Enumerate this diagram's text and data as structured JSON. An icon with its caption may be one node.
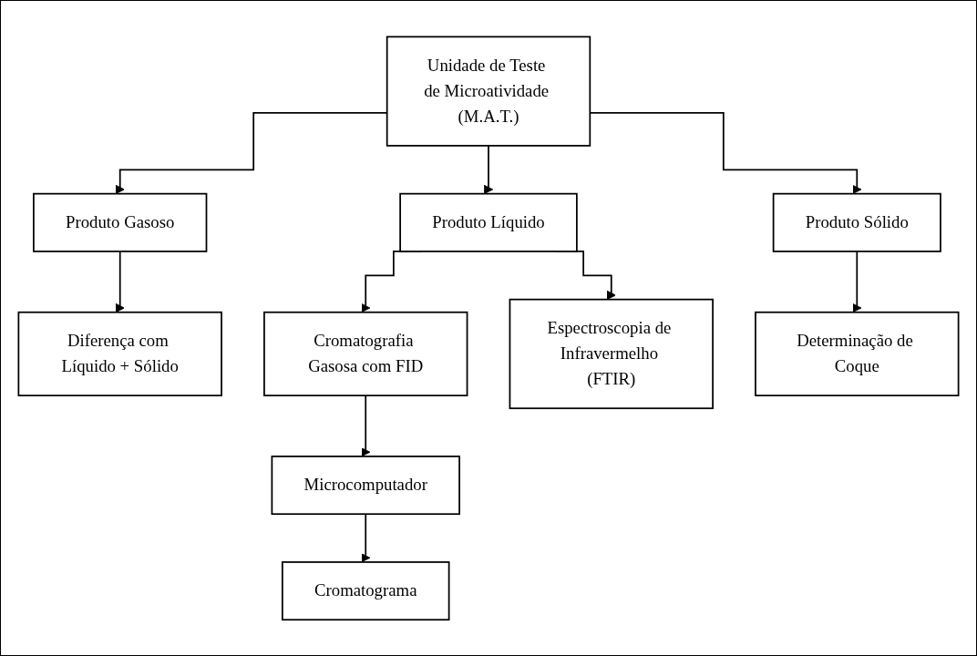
{
  "diagram": {
    "nodes": [
      {
        "text": [
          "Unidade de Teste de Microatividade (M.A.T.)"
        ]
      },
      {
        "text": [
          "Produto Gasoso"
        ]
      },
      {
        "text": [
          "Produto Líquido"
        ]
      },
      {
        "text": [
          "Produto Sólido"
        ]
      },
      {
        "text": [
          "Diferença com Líquido + Sólido"
        ]
      },
      {
        "text": [
          "Cromatografia Gasosa com FID"
        ]
      },
      {
        "text": [
          "Espectroscopia de Infravermelho (FTIR)"
        ]
      },
      {
        "text": [
          "Determinação de Coque"
        ]
      },
      {
        "text": [
          "Microcomputador"
        ]
      },
      {
        "text": [
          "Cromatograma"
        ]
      }
    ],
    "edges": [
      {
        "from": 0,
        "to": 1,
        "arrow": "to"
      },
      {
        "from": 0,
        "to": 2,
        "arrow": "to"
      },
      {
        "from": 0,
        "to": 3,
        "arrow": "to"
      },
      {
        "from": 1,
        "to": 4,
        "arrow": "to"
      },
      {
        "from": 2,
        "to": 5,
        "arrow": "to"
      },
      {
        "from": 2,
        "to": 6,
        "arrow": "to"
      },
      {
        "from": 3,
        "to": 7,
        "arrow": "to"
      },
      {
        "from": 5,
        "to": 8,
        "arrow": "to"
      },
      {
        "from": 8,
        "to": 9,
        "arrow": "to"
      }
    ]
  }
}
